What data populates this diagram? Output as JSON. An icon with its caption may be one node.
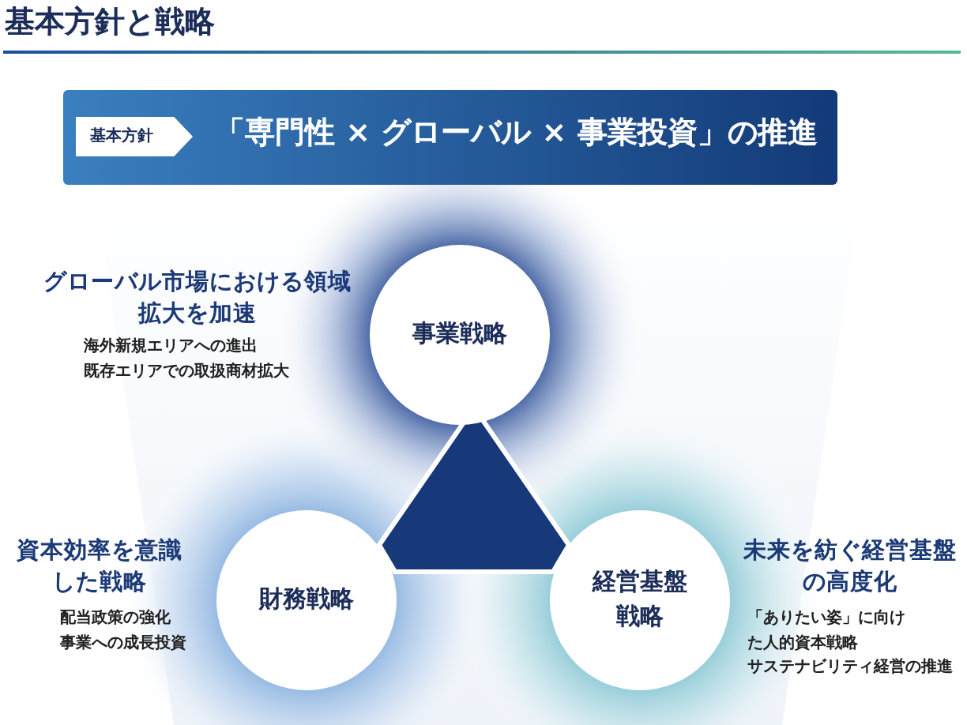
{
  "diagram": {
    "title": "基本方針と戦略",
    "nodes": [
      {
        "text": [
          "「専門性 × グローバル × 事業投資」の推進"
        ]
      },
      {
        "text": [
          "基本方針"
        ],
        "in": 0
      },
      {
        "text": [
          "事業戦略"
        ],
        "beside": [
          "グローバル市場における領域拡大を加速",
          "海外新規エリアへの進出",
          "既存エリアでの取扱商材拡大"
        ]
      },
      {
        "text": [
          "財務戦略"
        ],
        "beside": [
          "資本効率を意識した戦略",
          "配当政策の強化",
          "事業への成長投資"
        ]
      },
      {
        "text": [
          "経営基盤戦略"
        ],
        "beside": [
          "未来を紡ぐ経営基盤の高度化",
          "「ありたい姿」に向けた人的資本戦略",
          "サステナビリティ経営の推進"
        ]
      }
    ],
    "edges": []
  }
}
